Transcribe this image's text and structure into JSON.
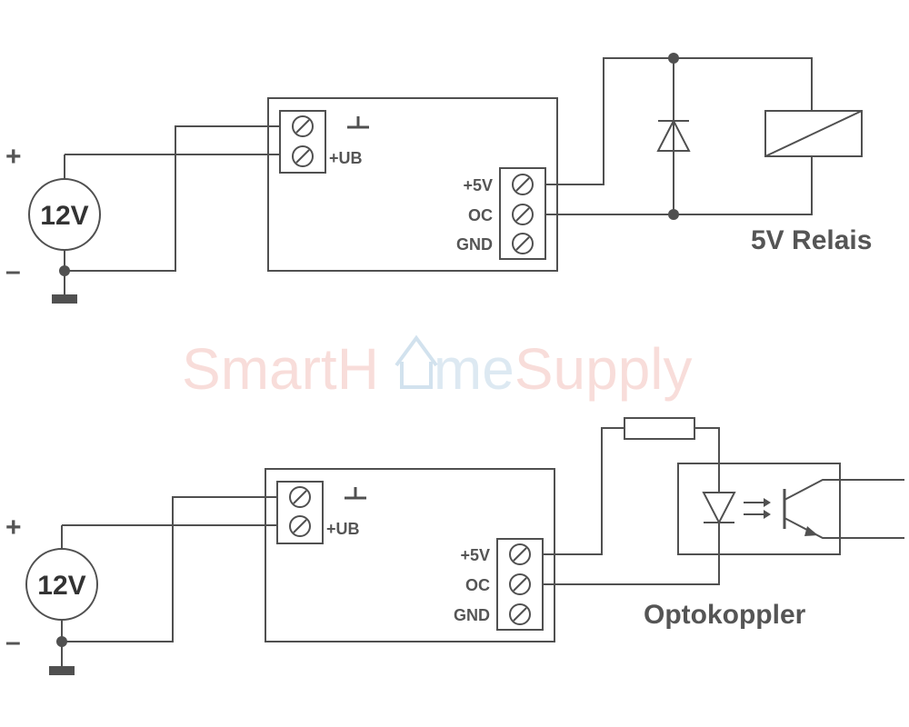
{
  "watermark": {
    "part1": "SmartH",
    "part2": "me",
    "part3": "Supply",
    "color_red": "#e06a5a",
    "color_blue": "#6aa0c8"
  },
  "circuit_top": {
    "source_label": "12V",
    "plus_label": "+",
    "minus_label": "–",
    "module": {
      "ub_label": "+UB",
      "v5_label": "+5V",
      "oc_label": "OC",
      "gnd_label": "GND"
    },
    "load_title": "5V Relais"
  },
  "circuit_bottom": {
    "source_label": "12V",
    "plus_label": "+",
    "minus_label": "–",
    "module": {
      "ub_label": "+UB",
      "v5_label": "+5V",
      "oc_label": "OC",
      "gnd_label": "GND"
    },
    "load_title": "Optokoppler"
  },
  "colors": {
    "line": "#505050",
    "text": "#555555"
  }
}
